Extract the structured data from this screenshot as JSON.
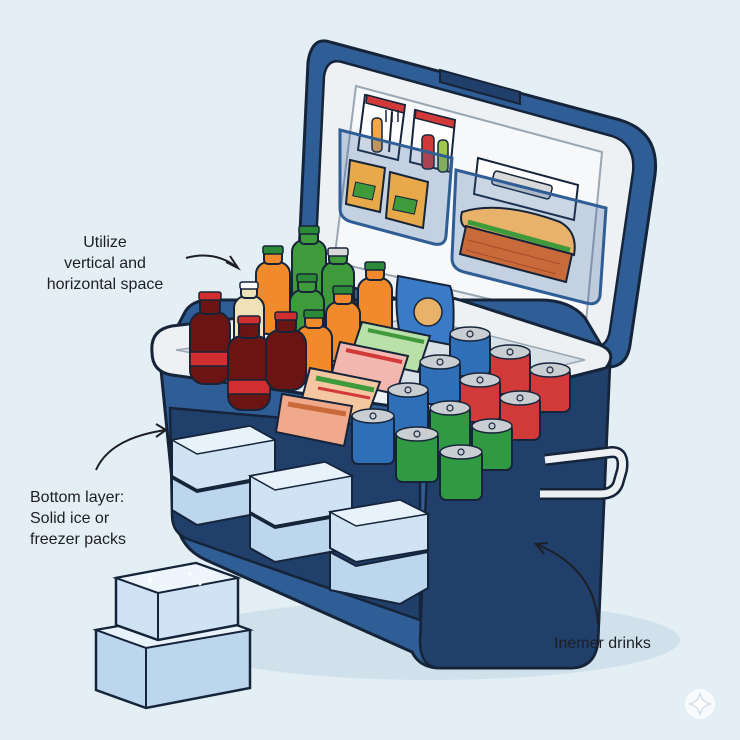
{
  "annotations": {
    "top": {
      "lines": [
        "Utilize",
        "vertical and",
        "horizontal space"
      ]
    },
    "bottom": {
      "lines": [
        "Bottom layer:",
        "Solid ice or",
        "freezer packs"
      ]
    },
    "right": {
      "lines": [
        "Inemer drinks"
      ]
    }
  },
  "colors": {
    "background": "#e3eef5",
    "cooler_blue": "#2f5d96",
    "cooler_blue_dark": "#203f6b",
    "liner": "#eef1f3",
    "ice": "#cfe3f5",
    "cola": "#6b1414",
    "orange_soda": "#f08a2a",
    "green_soda": "#3f9a3c",
    "can_blue": "#2f6fb7",
    "can_red": "#d23a3a",
    "can_green": "#2f9a42",
    "bottle_cap_red": "#d12f2f",
    "bottle_cap_green": "#2a8a37"
  },
  "icons": [
    "fork-icon",
    "sparkle-icon"
  ]
}
